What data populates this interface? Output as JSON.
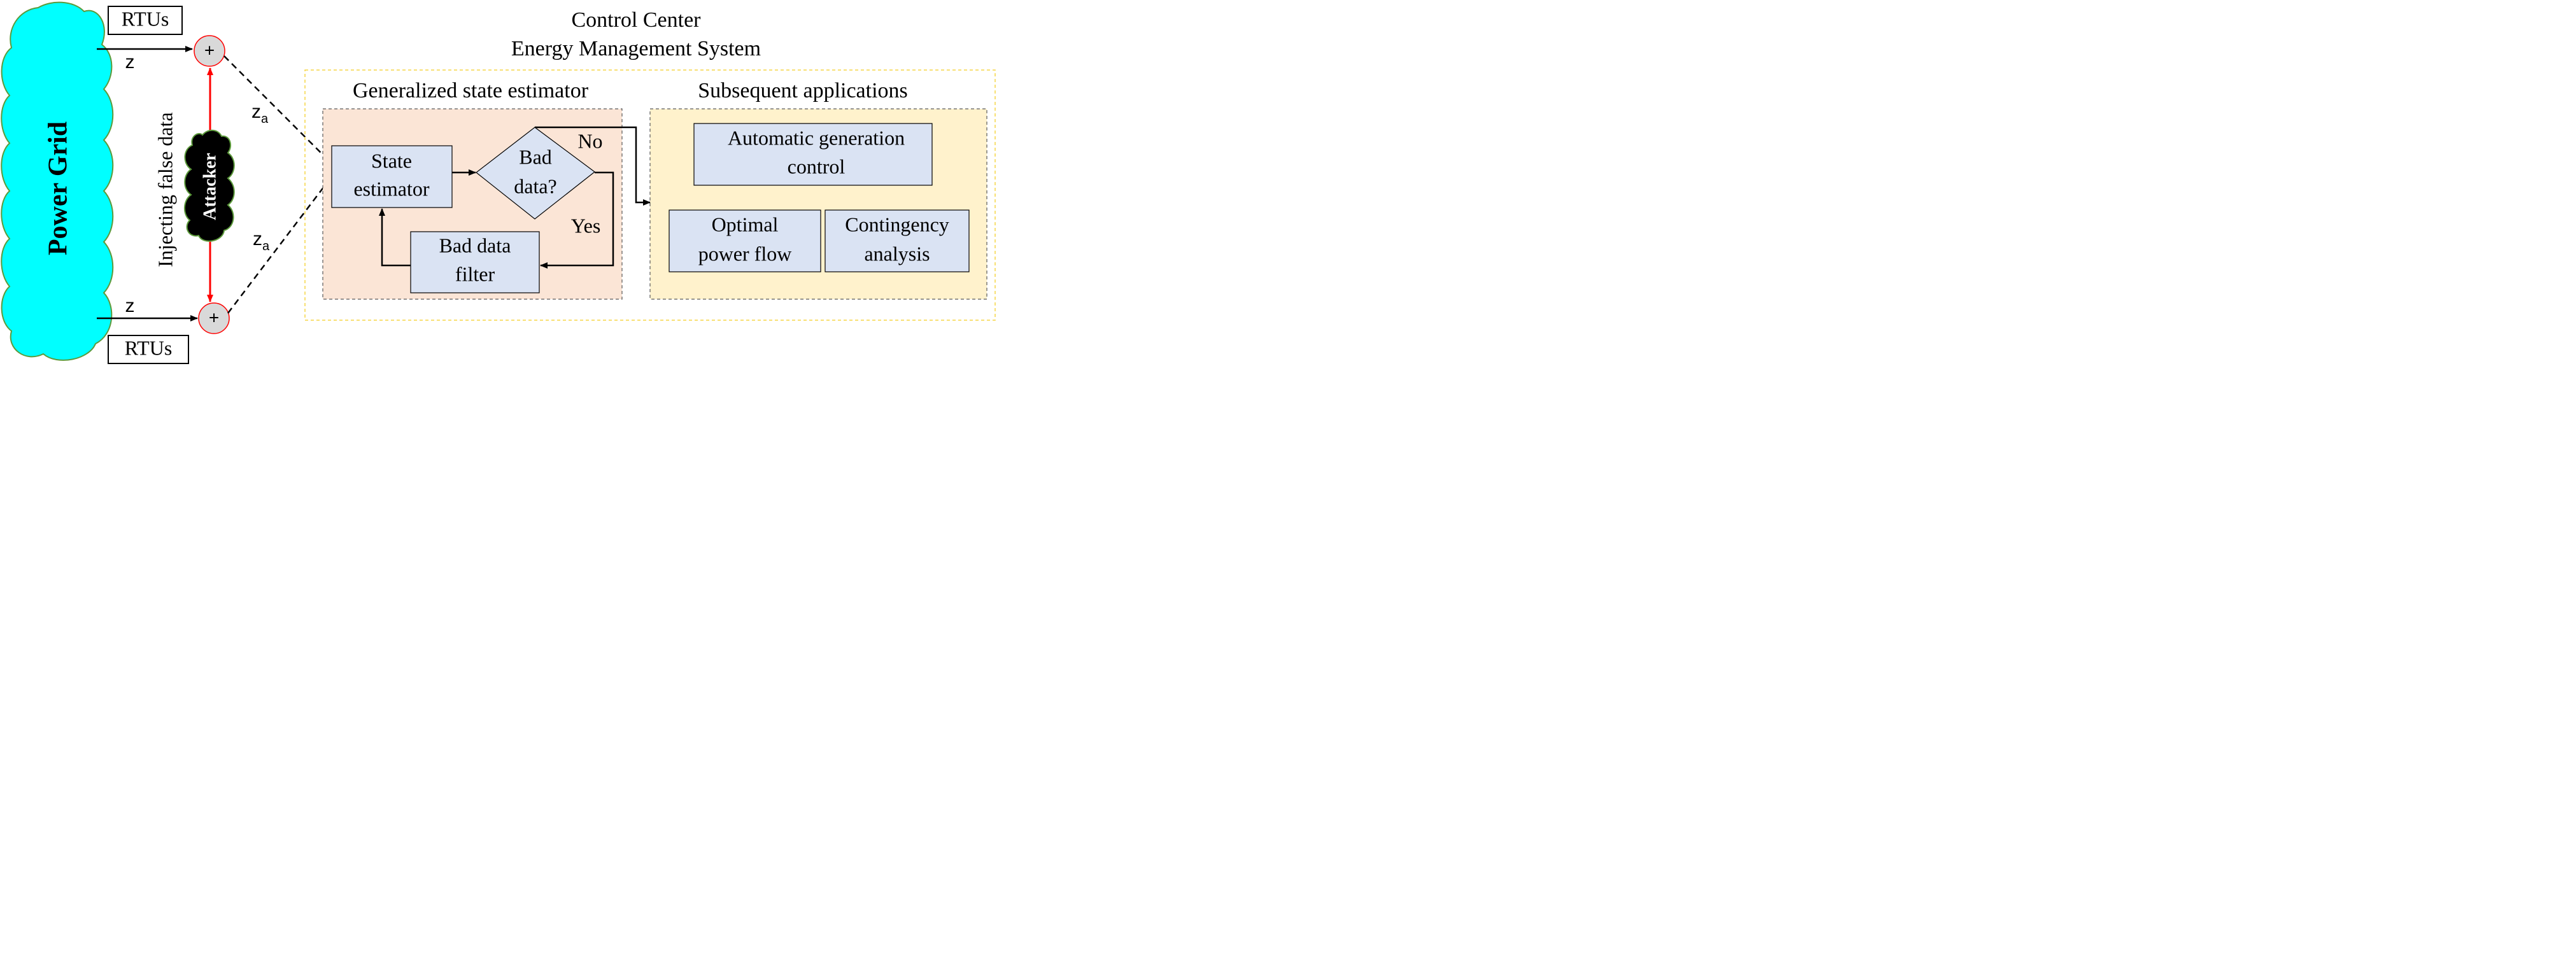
{
  "power_grid": {
    "label": "Power Grid",
    "fill_color": "#00FFFF",
    "stroke_color": "#5C9A3B"
  },
  "rtu_top": {
    "label": "RTUs"
  },
  "rtu_bottom": {
    "label": "RTUs"
  },
  "measurement_top": {
    "label": "z"
  },
  "measurement_bottom": {
    "label": "z"
  },
  "attacked_top": {
    "main": "z",
    "sub": "a"
  },
  "attacked_bottom": {
    "main": "z",
    "sub": "a"
  },
  "adder_top": {
    "symbol": "+"
  },
  "adder_bottom": {
    "symbol": "+"
  },
  "injection": {
    "label": "Injecting false data",
    "arrow_color": "#FF0000"
  },
  "attacker": {
    "label": "Attacker",
    "fill_color": "#000000",
    "stroke_color": "#5C9A3B"
  },
  "control_center": {
    "title_line1": "Control Center",
    "title_line2": "Energy Management System",
    "border_color": "#F5D547"
  },
  "estimator_group": {
    "title": "Generalized state estimator",
    "fill_color": "#FBE5D6"
  },
  "state_estimator": {
    "line1": "State",
    "line2": "estimator"
  },
  "bad_data_check": {
    "line1": "Bad",
    "line2": "data?"
  },
  "bad_data_filter": {
    "line1": "Bad data",
    "line2": "filter"
  },
  "decision": {
    "no_label": "No",
    "yes_label": "Yes"
  },
  "applications_group": {
    "title": "Subsequent applications",
    "fill_color": "#FFF2CC"
  },
  "agc": {
    "line1": "Automatic generation",
    "line2": "control"
  },
  "opf": {
    "line1": "Optimal",
    "line2": "power flow"
  },
  "contingency": {
    "line1": "Contingency",
    "line2": "analysis"
  },
  "colors": {
    "process_box_fill": "#DAE3F3",
    "process_box_stroke": "#000000",
    "adder_fill": "#D9D9D9",
    "adder_stroke": "#FF0000"
  }
}
